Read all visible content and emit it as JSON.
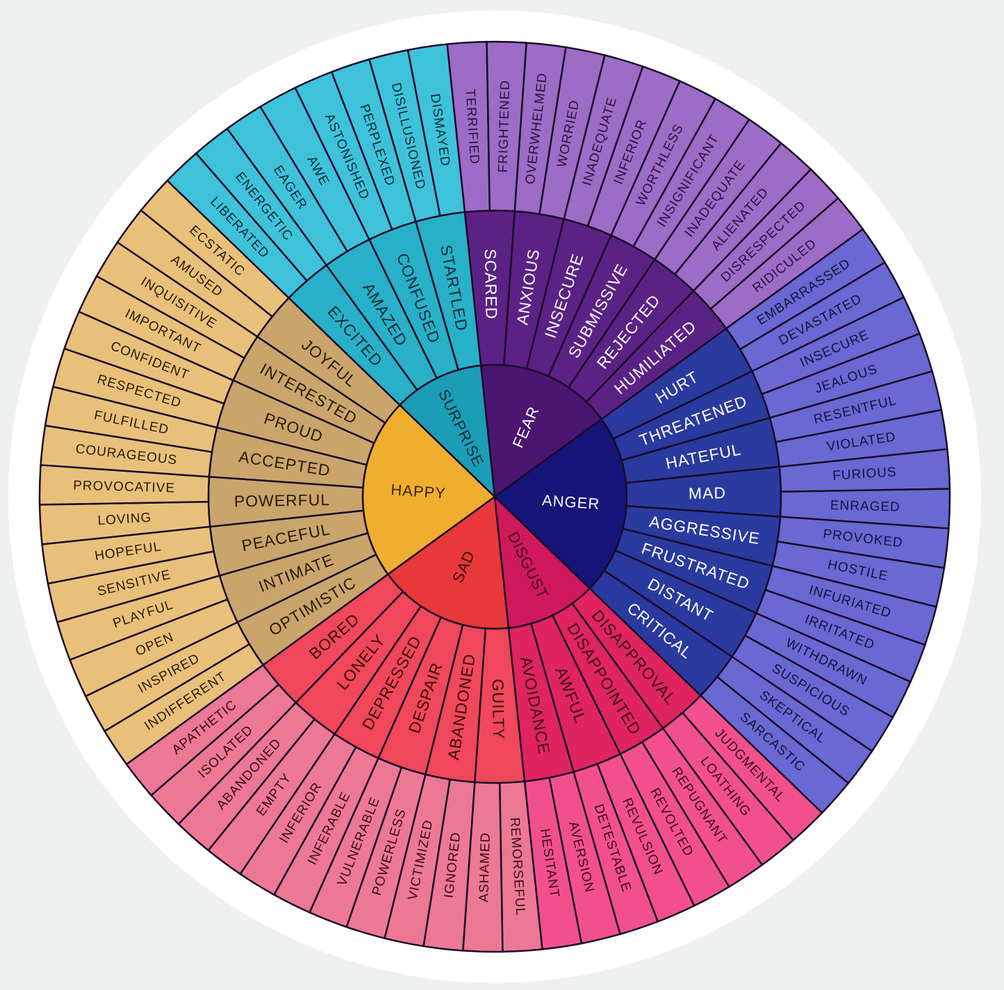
{
  "title": "Feelings Wheel",
  "sectors": [
    {
      "name": "FEAR",
      "colors": {
        "inner": "#4a1670",
        "mid": "#5b2285",
        "outer": "#9d6cc6",
        "innerText": "#ffffff",
        "midText": "#ffffff",
        "outerText": "#2a1040"
      },
      "items": [
        {
          "label": "SCARED",
          "outer": [
            "TERRIFIED",
            "FRIGHTENED"
          ]
        },
        {
          "label": "ANXIOUS",
          "outer": [
            "OVERWHELMED",
            "WORRIED"
          ]
        },
        {
          "label": "INSECURE",
          "outer": [
            "INADEQUATE",
            "INFERIOR"
          ]
        },
        {
          "label": "SUBMISSIVE",
          "outer": [
            "WORTHLESS",
            "INSIGNIFICANT"
          ]
        },
        {
          "label": "REJECTED",
          "outer": [
            "INADEQUATE",
            "ALIENATED"
          ]
        },
        {
          "label": "HUMILIATED",
          "outer": [
            "DISRESPECTED",
            "RIDICULED"
          ]
        }
      ]
    },
    {
      "name": "ANGER",
      "colors": {
        "inner": "#15157a",
        "mid": "#2a3a9e",
        "outer": "#6a68d2",
        "innerText": "#ffffff",
        "midText": "#ffffff",
        "outerText": "#151040"
      },
      "items": [
        {
          "label": "HURT",
          "outer": [
            "EMBARRASSED",
            "DEVASTATED"
          ]
        },
        {
          "label": "THREATENED",
          "outer": [
            "INSECURE",
            "JEALOUS"
          ]
        },
        {
          "label": "HATEFUL",
          "outer": [
            "RESENTFUL",
            "VIOLATED"
          ]
        },
        {
          "label": "MAD",
          "outer": [
            "FURIOUS",
            "ENRAGED"
          ]
        },
        {
          "label": "AGGRESSIVE",
          "outer": [
            "PROVOKED",
            "HOSTILE"
          ]
        },
        {
          "label": "FRUSTRATED",
          "outer": [
            "INFURIATED",
            "IRRITATED"
          ]
        },
        {
          "label": "DISTANT",
          "outer": [
            "WITHDRAWN",
            "SUSPICIOUS"
          ]
        },
        {
          "label": "CRITICAL",
          "outer": [
            "SKEPTICAL",
            "SARCASTIC"
          ]
        }
      ]
    },
    {
      "name": "DISGUST",
      "colors": {
        "inner": "#d0185c",
        "mid": "#e0245f",
        "outer": "#f2508c",
        "innerText": "#3a0a18",
        "midText": "#3a0a18",
        "outerText": "#3a0a18"
      },
      "items": [
        {
          "label": "DISAPPROVAL",
          "outer": [
            "JUDGMENTAL",
            "LOATHING"
          ]
        },
        {
          "label": "DISAPPOINTED",
          "outer": [
            "REPUGNANT",
            "REVOLTED"
          ]
        },
        {
          "label": "AWFUL",
          "outer": [
            "REVULSION",
            "DETESTABLE"
          ]
        },
        {
          "label": "AVOIDANCE",
          "outer": [
            "AVERSION",
            "HESITANT"
          ]
        }
      ]
    },
    {
      "name": "SAD",
      "colors": {
        "inner": "#e8383a",
        "mid": "#f0475a",
        "outer": "#ec7896",
        "innerText": "#3a0a0a",
        "midText": "#3a0a0a",
        "outerText": "#3a0a14"
      },
      "items": [
        {
          "label": "GUILTY",
          "outer": [
            "REMORSEFUL",
            "ASHAMED"
          ]
        },
        {
          "label": "ABANDONED",
          "outer": [
            "IGNORED",
            "VICTIMIZED"
          ]
        },
        {
          "label": "DESPAIR",
          "outer": [
            "POWERLESS",
            "VULNERABLE"
          ]
        },
        {
          "label": "DEPRESSED",
          "outer": [
            "INFERABLE",
            "INFERIOR"
          ]
        },
        {
          "label": "LONELY",
          "outer": [
            "EMPTY",
            "ABANDONED"
          ]
        },
        {
          "label": "BORED",
          "outer": [
            "ISOLATED",
            "APATHETIC"
          ]
        }
      ]
    },
    {
      "name": "HAPPY",
      "colors": {
        "inner": "#f0ae2e",
        "mid": "#c9a56c",
        "outer": "#e9c07a",
        "innerText": "#3a2000",
        "midText": "#2a1a05",
        "outerText": "#2a1a05"
      },
      "items": [
        {
          "label": "OPTIMISTIC",
          "outer": [
            "INDIFFERENT",
            "INSPIRED"
          ]
        },
        {
          "label": "INTIMATE",
          "outer": [
            "OPEN",
            "PLAYFUL"
          ]
        },
        {
          "label": "PEACEFUL",
          "outer": [
            "SENSITIVE",
            "HOPEFUL"
          ]
        },
        {
          "label": "POWERFUL",
          "outer": [
            "LOVING",
            "PROVOCATIVE"
          ]
        },
        {
          "label": "ACCEPTED",
          "outer": [
            "COURAGEOUS",
            "FULFILLED"
          ]
        },
        {
          "label": "PROUD",
          "outer": [
            "RESPECTED",
            "CONFIDENT"
          ]
        },
        {
          "label": "INTERESTED",
          "outer": [
            "IMPORTANT",
            "INQUISITIVE"
          ]
        },
        {
          "label": "JOYFUL",
          "outer": [
            "AMUSED",
            "ECSTATIC"
          ]
        }
      ]
    },
    {
      "name": "SURPRISE",
      "colors": {
        "inner": "#1b9db6",
        "mid": "#27b0c8",
        "outer": "#3ec2da",
        "innerText": "#0a2a35",
        "midText": "#0a2a35",
        "outerText": "#0a2a35"
      },
      "items": [
        {
          "label": "EXCITED",
          "outer": [
            "LIBERATED",
            "ENERGETIC"
          ]
        },
        {
          "label": "AMAZED",
          "outer": [
            "EAGER",
            "AWE"
          ]
        },
        {
          "label": "CONFUSED",
          "outer": [
            "ASTONISHED",
            "PERPLEXED"
          ]
        },
        {
          "label": "STARTLED",
          "outer": [
            "DISILLUSIONED",
            "DISMAYED"
          ]
        }
      ]
    }
  ]
}
